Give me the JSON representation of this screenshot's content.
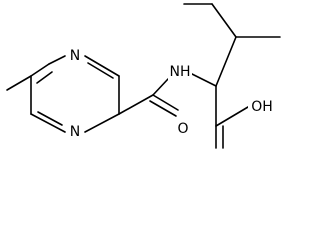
{
  "structure": {
    "atoms": {
      "n_top": "N",
      "n_bottom": "N",
      "nh": "NH",
      "o_amide": "O",
      "oh": "OH"
    }
  }
}
